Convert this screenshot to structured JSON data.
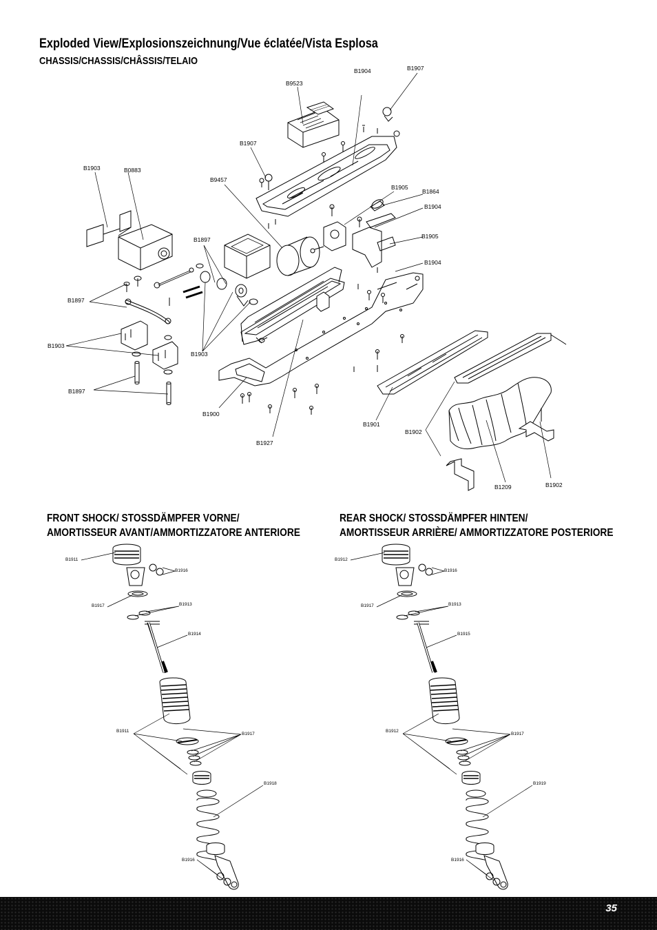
{
  "header": {
    "title": "Exploded View/Explosionszeichnung/Vue éclatée/Vista Esplosa",
    "subtitle": "CHASSIS/CHASSIS/CHÂSSIS/TELAIO"
  },
  "chassis_labels": {
    "b1904_top": "B1904",
    "b1907_top": "B1907",
    "b9523": "B9523",
    "b1907_mid": "B1907",
    "b9457": "B9457",
    "b1905_a": "B1905",
    "b1864": "B1864",
    "b1904_b": "B1904",
    "b1905_b": "B1905",
    "b1904_c": "B1904",
    "b1903_a": "B1903",
    "b0883": "B0883",
    "b1897_a": "B1897",
    "b1897_b": "B1897",
    "b1903_b": "B1903",
    "b1897_c": "B1897",
    "b1903_c": "B1903",
    "b1900": "B1900",
    "b1927": "B1927",
    "b1901": "B1901",
    "b1902_a": "B1902",
    "b1209": "B1209",
    "b1902_b": "B1902"
  },
  "front_shock": {
    "title_line1": "FRONT SHOCK/ STOSSDÄMPFER VORNE/",
    "title_line2": "AMORTISSEUR AVANT/AMMORTIZZATORE ANTERIORE",
    "labels": {
      "cap": "B1911",
      "end": "B1916",
      "oring": "B1917",
      "clip": "B1913",
      "shaft": "B1914",
      "body": "B1911",
      "seals": "B1917",
      "spring": "B1918",
      "bottom_end": "B1916"
    }
  },
  "rear_shock": {
    "title_line1": "REAR SHOCK/ STOSSDÄMPFER HINTEN/",
    "title_line2": "AMORTISSEUR ARRIÈRE/ AMMORTIZZATORE POSTERIORE",
    "labels": {
      "cap": "B1912",
      "end": "B1916",
      "oring": "B1917",
      "clip": "B1913",
      "shaft": "B1915",
      "body": "B1912",
      "seals": "B1917",
      "spring": "B1919",
      "bottom_end": "B1916"
    }
  },
  "footer": {
    "page_number": "35"
  }
}
